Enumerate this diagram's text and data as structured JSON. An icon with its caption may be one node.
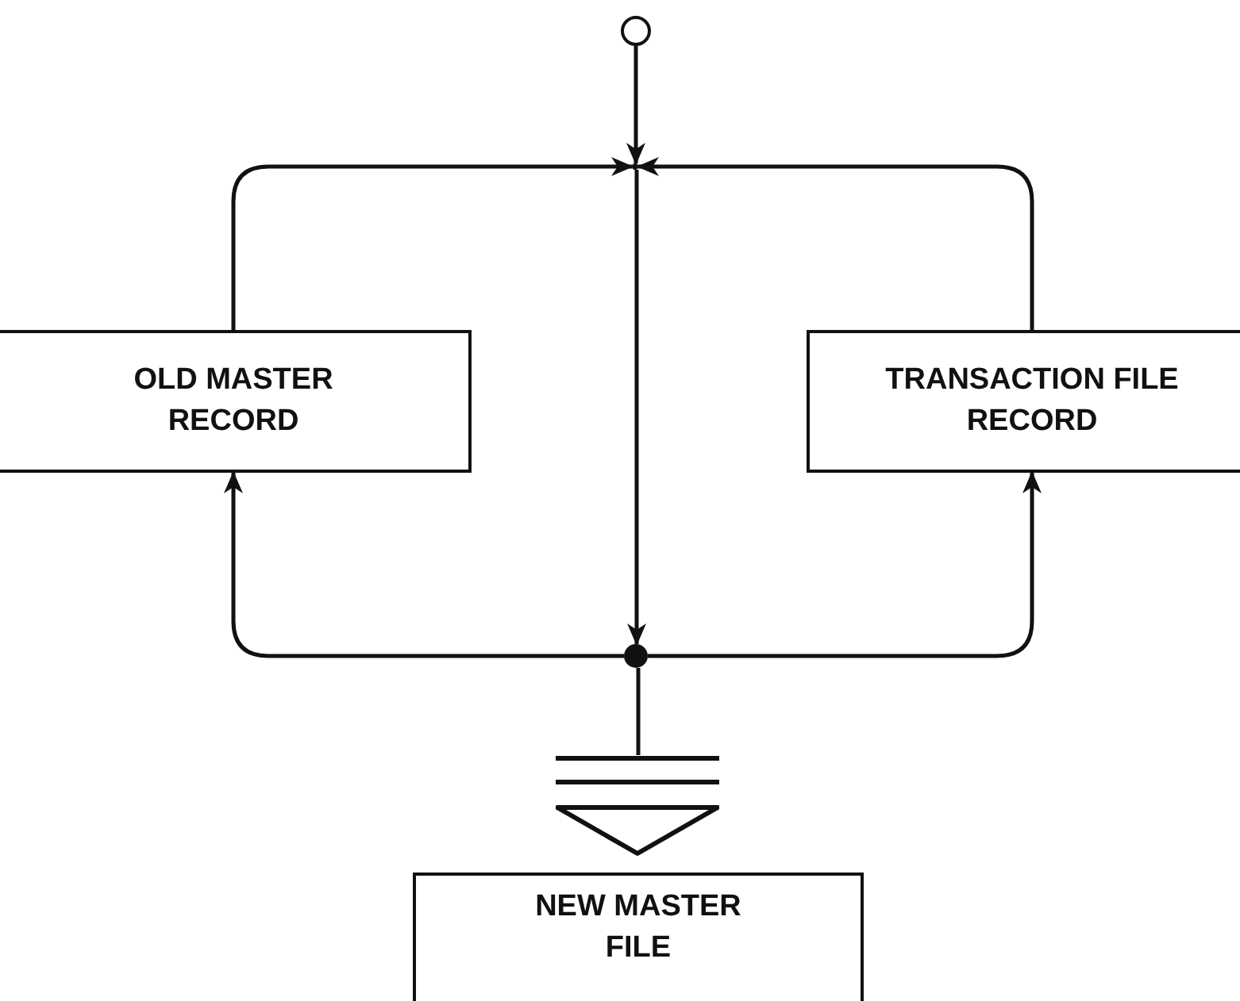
{
  "diagram": {
    "nodes": [
      {
        "text": [],
        "shape": "circle"
      },
      {
        "text": [
          "OLD MASTER RECORD"
        ]
      },
      {
        "text": [
          "TRANSACTION FILE RECORD"
        ]
      },
      {
        "text": [],
        "shape": "point"
      },
      {
        "text": [],
        "shape": "dot"
      },
      {
        "text": [],
        "shape": "triangle"
      },
      {
        "text": [
          "NEW MASTER FILE"
        ]
      }
    ],
    "edges": [
      {
        "from": 0,
        "to": 3,
        "arrow": "to"
      },
      {
        "from": 1,
        "to": 3,
        "arrow": "to"
      },
      {
        "from": 2,
        "to": 3,
        "arrow": "to"
      },
      {
        "from": 3,
        "to": 4,
        "arrow": "to"
      },
      {
        "from": 4,
        "to": 1,
        "arrow": "to"
      },
      {
        "from": 4,
        "to": 2,
        "arrow": "to"
      },
      {
        "from": 4,
        "to": 5,
        "arrow": "none"
      }
    ]
  }
}
